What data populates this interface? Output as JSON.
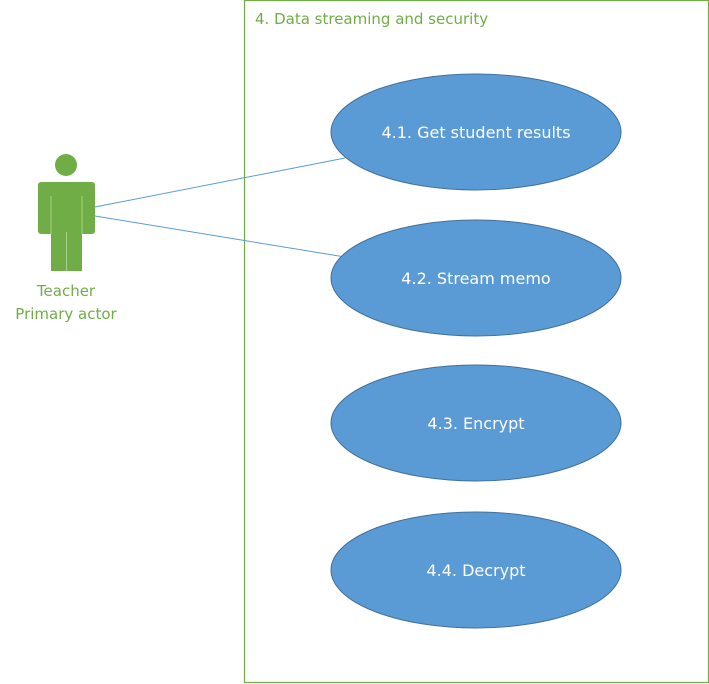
{
  "system_boundary": {
    "title": "4. Data streaming and security"
  },
  "actor": {
    "name": "Teacher",
    "role": "Primary actor",
    "icon": "person-icon"
  },
  "use_cases": [
    {
      "label": "4.1. Get student results"
    },
    {
      "label": "4.2. Stream memo"
    },
    {
      "label": "4.3. Encrypt"
    },
    {
      "label": "4.4. Decrypt"
    }
  ],
  "associations": [
    {
      "from": "Teacher",
      "to": "4.1. Get student results"
    },
    {
      "from": "Teacher",
      "to": "4.2. Stream memo"
    }
  ],
  "colors": {
    "usecase_fill": "#5b9bd5",
    "usecase_border": "#41719c",
    "actor": "#70ad47",
    "boundary": "#70ad47",
    "line": "#5b9bd5"
  }
}
